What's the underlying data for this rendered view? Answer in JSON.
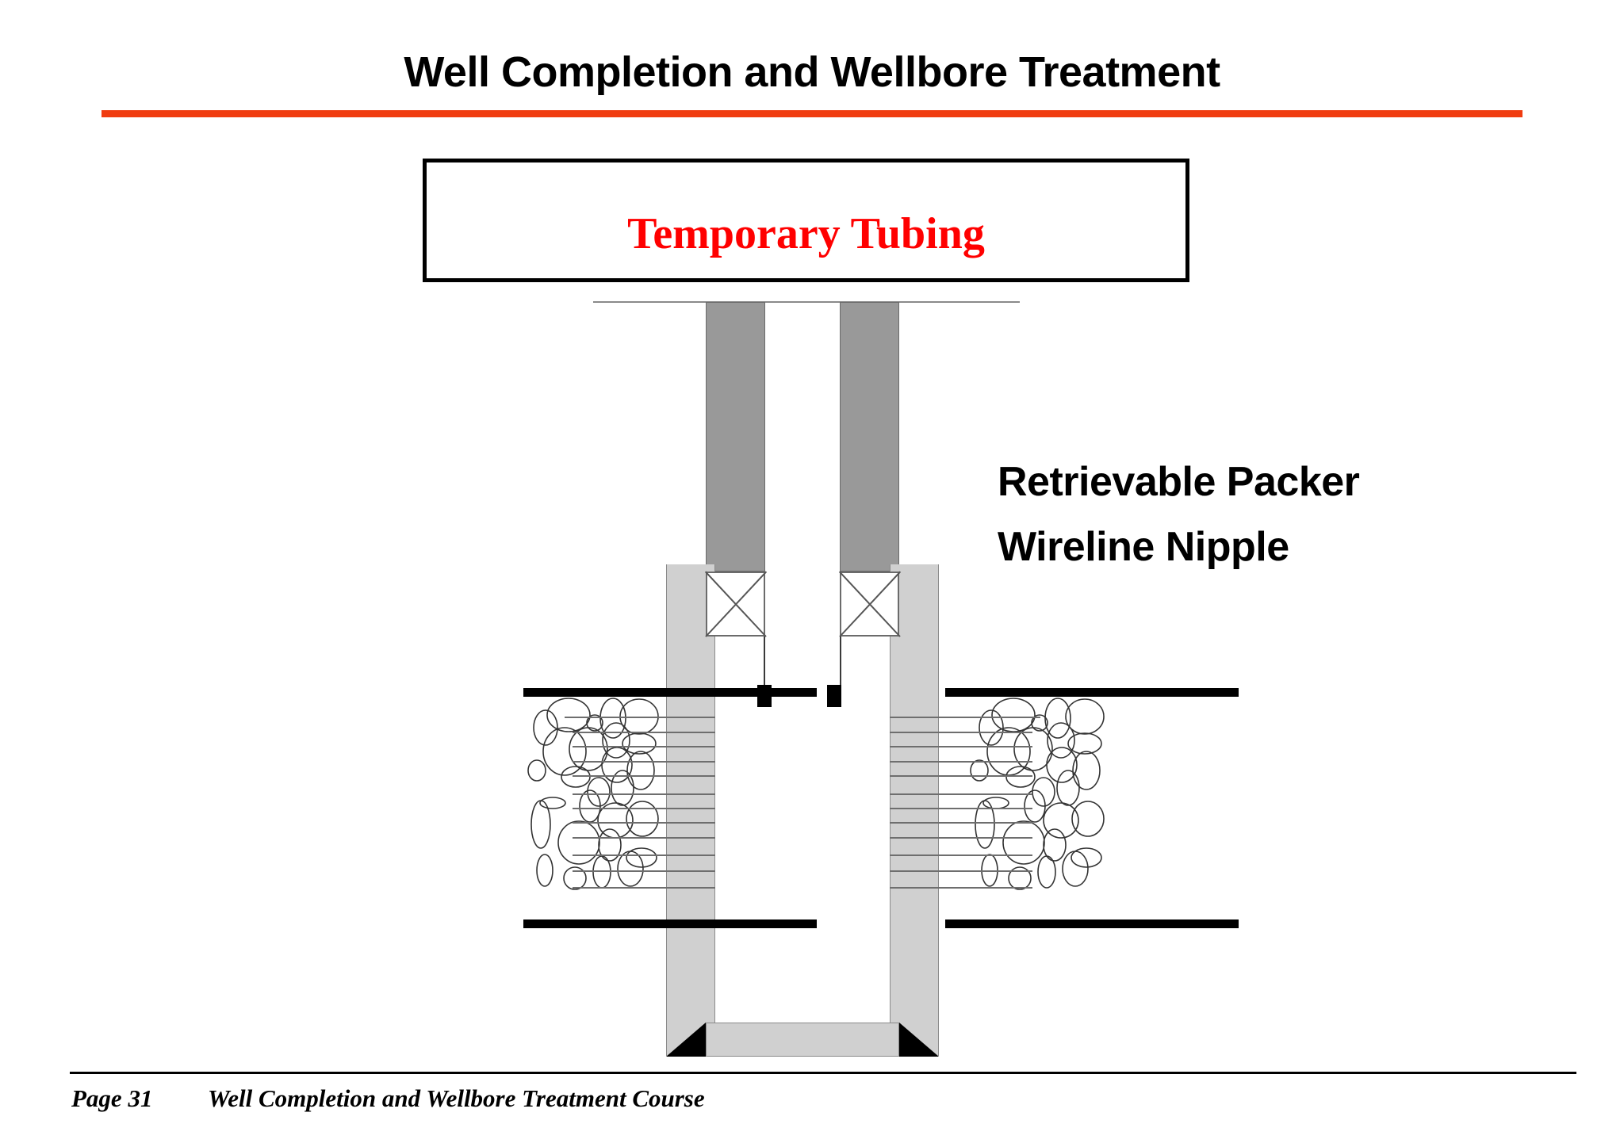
{
  "slide": {
    "title": "Well Completion and Wellbore Treatment",
    "accent_color": "#F03C10",
    "background": "#ffffff"
  },
  "callout": {
    "label": "Temporary Tubing",
    "text_color": "#FF0000",
    "border_color": "#000000"
  },
  "annotations": {
    "packer_label": "Retrievable Packer",
    "nipple_label": "Wireline Nipple",
    "text_color": "#000000"
  },
  "diagram": {
    "name": "wellbore-cross-section",
    "components": [
      {
        "id": "ground-line",
        "label": "Surface / wellhead line",
        "color": "#8a8a8a"
      },
      {
        "id": "tubing-left",
        "label": "Temporary tubing string (left wall)",
        "color": "#999999"
      },
      {
        "id": "tubing-right",
        "label": "Temporary tubing string (right wall)",
        "color": "#999999"
      },
      {
        "id": "packer-left",
        "label": "Retrievable packer element (left)",
        "color": "#ffffff"
      },
      {
        "id": "packer-right",
        "label": "Retrievable packer element (right)",
        "color": "#ffffff"
      },
      {
        "id": "nipple-left",
        "label": "Wireline nipple (left)",
        "color": "#000000"
      },
      {
        "id": "nipple-right",
        "label": "Wireline nipple (right)",
        "color": "#000000"
      },
      {
        "id": "casing-left",
        "label": "Casing wall (left)",
        "color": "#D0D0D0"
      },
      {
        "id": "casing-right",
        "label": "Casing wall (right)",
        "color": "#D0D0D0"
      },
      {
        "id": "perforated-zone",
        "label": "Perforated producing formation",
        "color": "#6e6e6e"
      },
      {
        "id": "bottom-plug",
        "label": "Bottom plug / bridge",
        "color": "#D0D0D0"
      },
      {
        "id": "casing-shoe",
        "label": "Casing shoe wedges",
        "color": "#000000"
      }
    ],
    "perforation_line_count": 11,
    "zone_marker_color": "#000000"
  },
  "footer": {
    "page": "Page 31",
    "course": "Well Completion and Wellbore Treatment Course"
  }
}
